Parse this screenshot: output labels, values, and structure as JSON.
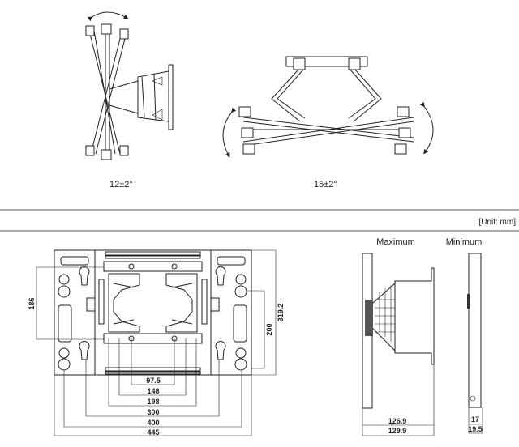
{
  "top": {
    "left_angle": "12±2°",
    "right_angle": "15±2°"
  },
  "unit_label": "[Unit: mm]",
  "front_view": {
    "vertical_dims": {
      "left": "186",
      "right_inner": "200",
      "right_outer": "319.2"
    },
    "horizontal_dims": [
      "97.5",
      "148",
      "198",
      "300",
      "400",
      "445"
    ]
  },
  "side_views": {
    "maximum": {
      "title": "Maximum",
      "dims": [
        "126.9",
        "129.9"
      ]
    },
    "minimum": {
      "title": "Minimum",
      "dims": [
        "17",
        "19.5"
      ]
    }
  }
}
